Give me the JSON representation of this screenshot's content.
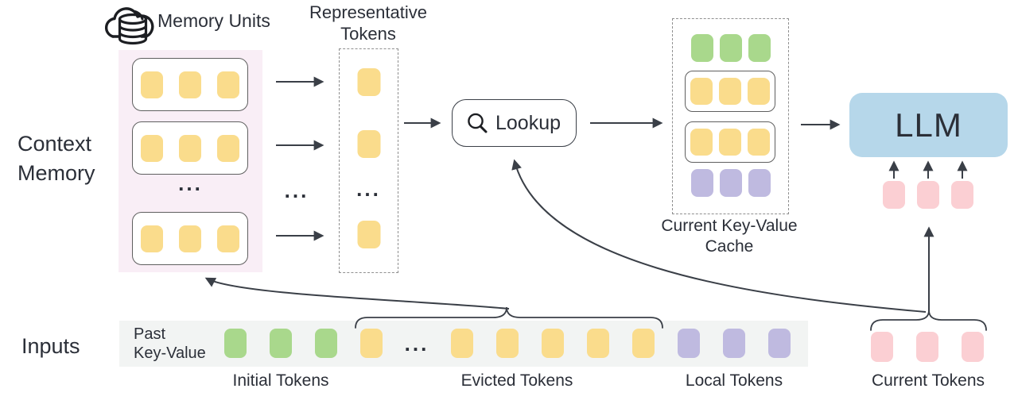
{
  "labels": {
    "memory_units": "Memory Units",
    "representative_line1": "Representative",
    "representative_line2": "Tokens",
    "context_line1": "Context",
    "context_line2": "Memory",
    "lookup": "Lookup",
    "cache_line1": "Current Key-Value",
    "cache_line2": "Cache",
    "llm": "LLM",
    "inputs": "Inputs",
    "past_kv_line1": "Past",
    "past_kv_line2": "Key-Value",
    "initial_tokens": "Initial Tokens",
    "evicted_tokens": "Evicted Tokens",
    "local_tokens": "Local Tokens",
    "current_tokens": "Current Tokens",
    "ellipsis": "..."
  },
  "colors": {
    "yellow": "#fadc8c",
    "green": "#a9d88c",
    "purple": "#bfbae0",
    "pink": "#fbcfd3",
    "blue": "#b6d7ea",
    "memory_panel_bg": "#f9eef6",
    "strip_bg": "#f2f4f3",
    "line": "#3a3f47",
    "text": "#2b2f38"
  },
  "tokens": {
    "memory_unit": [
      "yellow",
      "yellow",
      "yellow"
    ],
    "representative": [
      "yellow",
      "yellow",
      "ellipsis",
      "yellow"
    ],
    "cache_initial": [
      "green",
      "green",
      "green"
    ],
    "cache_unit": [
      "yellow",
      "yellow",
      "yellow"
    ],
    "cache_local": [
      "purple",
      "purple",
      "purple"
    ],
    "llm_input": [
      "pink",
      "pink",
      "pink"
    ],
    "past_kv": [
      "green",
      "green",
      "green",
      "yellow",
      "ellipsis",
      "yellow",
      "yellow",
      "yellow",
      "yellow",
      "yellow",
      "purple",
      "purple",
      "purple"
    ],
    "current": [
      "pink",
      "pink",
      "pink"
    ]
  }
}
